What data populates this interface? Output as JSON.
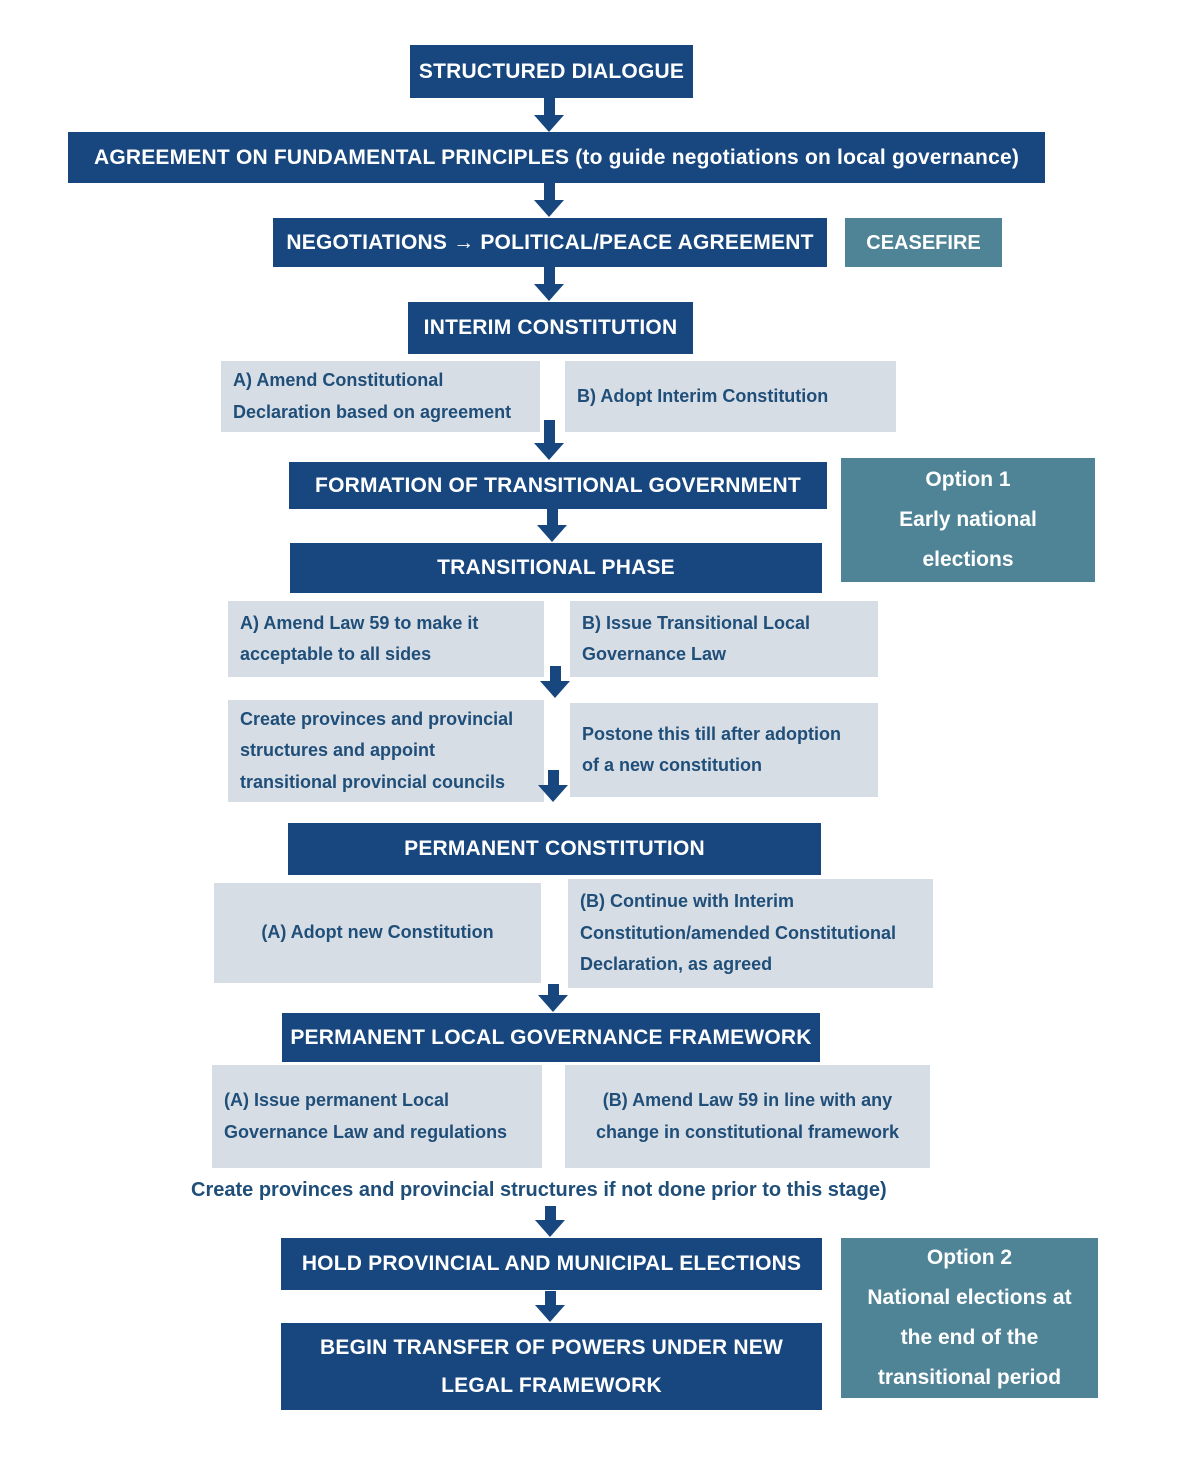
{
  "palette": {
    "dark_blue": "#17477E",
    "teal": "#4F8496",
    "light_box": "#D7DDE5",
    "light_box_text": "#1F4E79",
    "background": "#FFFFFF"
  },
  "nodes": {
    "structured_dialogue": "STRUCTURED DIALOGUE",
    "agreement_principles": "AGREEMENT ON FUNDAMENTAL PRINCIPLES (to guide negotiations on local governance)",
    "negotiations": "NEGOTIATIONS → POLITICAL/PEACE AGREEMENT",
    "ceasefire": "CEASEFIRE",
    "interim_constitution": "INTERIM CONSTITUTION",
    "interim_option_a": "A) Amend Constitutional\nDeclaration based on agreement",
    "interim_option_b": "B) Adopt Interim Constitution",
    "formation_transitional_government": "FORMATION OF TRANSITIONAL GOVERNMENT",
    "option_1": "Option 1\nEarly national\nelections",
    "transitional_phase": "TRANSITIONAL PHASE",
    "transitional_option_a": "A) Amend Law 59 to make it\nacceptable to all sides",
    "transitional_option_b": "B) Issue Transitional Local\nGovernance Law",
    "transitional_option_a_detail": "Create provinces and provincial\nstructures and appoint\ntransitional provincial councils",
    "transitional_option_b_detail": "Postone this till after adoption\nof a new constitution",
    "permanent_constitution": "PERMANENT CONSTITUTION",
    "permanent_option_a": "(A) Adopt new Constitution",
    "permanent_option_b": "(B) Continue with Interim\nConstitution/amended Constitutional\nDeclaration, as agreed",
    "governance_framework": "PERMANENT LOCAL GOVERNANCE FRAMEWORK",
    "framework_option_a": "(A) Issue permanent Local\nGovernance Law and regulations",
    "framework_option_b": "(B) Amend Law 59 in line with any\nchange in constitutional framework",
    "provinces_note": "Create provinces and provincial structures if not done prior to this stage)",
    "hold_elections": "HOLD PROVINCIAL AND MUNICIPAL ELECTIONS",
    "option_2": "Option 2\nNational elections at\nthe end of the\ntransitional period",
    "begin_transfer": "BEGIN TRANSFER OF POWERS UNDER NEW\nLEGAL FRAMEWORK"
  }
}
